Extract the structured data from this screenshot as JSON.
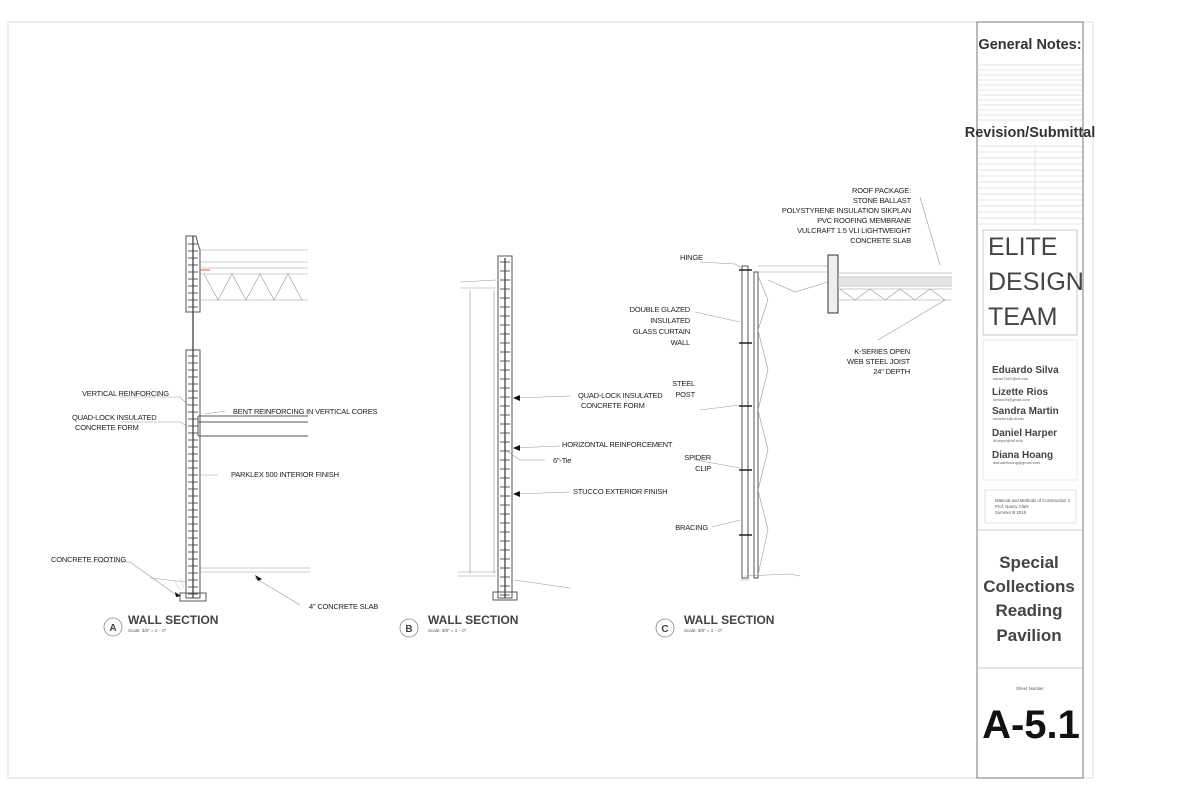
{
  "title_block": {
    "general_notes": "General Notes:",
    "revision": "Revision/Submittal",
    "team_lines": [
      "ELITE",
      "DESIGN",
      "TEAM"
    ],
    "members": [
      {
        "name": "Eduardo Silva",
        "email": "silvae7661@ufl.edu"
      },
      {
        "name": "Lizette Rios",
        "email": "lizrios09@gmail.com"
      },
      {
        "name": "Sandra Martin",
        "email": "smartin1@ufl.edu"
      },
      {
        "name": "Daniel Harper",
        "email": "dharper@ufl.edu"
      },
      {
        "name": "Diana Hoang",
        "email": "dianaleihoang@gmail.com"
      }
    ],
    "course": [
      "Material and Methods of Construction 2",
      "Prof. Nancy Clark",
      "Summer B 2018"
    ],
    "project_lines": [
      "Special",
      "Collections",
      "Reading",
      "Pavilion"
    ],
    "sheet_number_label": "Sheet Number",
    "sheet_number": "A-5.1"
  },
  "sections": [
    {
      "letter": "A",
      "title": "WALL SECTION",
      "scale": "Scale: 3/8\" = 1' - 0\"",
      "labels": [
        "VERTICAL REINFORCING",
        "QUAD-LOCK INSULATED",
        "CONCRETE FORM",
        "BENT REINFORCING IN VERTICAL CORES",
        "PARKLEX 500 INTERIOR FINISH",
        "CONCRETE FOOTING",
        "4\" CONCRETE SLAB"
      ]
    },
    {
      "letter": "B",
      "title": "WALL SECTION",
      "scale": "Scale: 3/8\" = 1' - 0\"",
      "labels": [
        "QUAD-LOCK INSULATED",
        "CONCRETE FORM",
        "HORIZONTAL REINFORCEMENT",
        "6\"-Tie",
        "STUCCO EXTERIOR FINISH"
      ]
    },
    {
      "letter": "C",
      "title": "WALL SECTION",
      "scale": "Scale: 3/8\" = 1' - 0\"",
      "labels": [
        "HINGE",
        "DOUBLE GLAZED",
        "INSULATED",
        "GLASS CURTAIN",
        "WALL",
        "STEEL",
        "POST",
        "SPIDER",
        "CLIP",
        "BRACING",
        "ROOF PACKAGE:",
        "STONE BALLAST",
        "POLYSTYRENE INSULATION SIKPLAN",
        "PVC ROOFING MEMBRANE",
        "VULCRAFT 1.5 VLI LIGHTWEIGHT",
        "CONCRETE SLAB",
        "K-SERIES OPEN",
        "WEB STEEL JOIST",
        "24\" DEPTH"
      ]
    }
  ]
}
